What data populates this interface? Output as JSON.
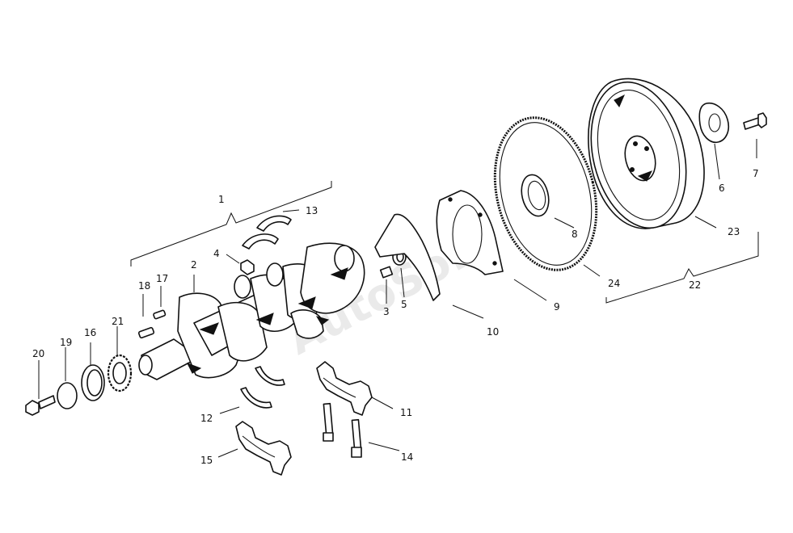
{
  "watermark": "AutoSoft",
  "callouts": {
    "c1": "1",
    "c2": "2",
    "c3": "3",
    "c4": "4",
    "c5": "5",
    "c6": "6",
    "c7": "7",
    "c8": "8",
    "c9": "9",
    "c10": "10",
    "c11": "11",
    "c12": "12",
    "c13": "13",
    "c14": "14",
    "c15": "15",
    "c16": "16",
    "c17": "17",
    "c18": "18",
    "c19": "19",
    "c20": "20",
    "c21": "21",
    "c22": "22",
    "c23": "23",
    "c24": "24"
  }
}
